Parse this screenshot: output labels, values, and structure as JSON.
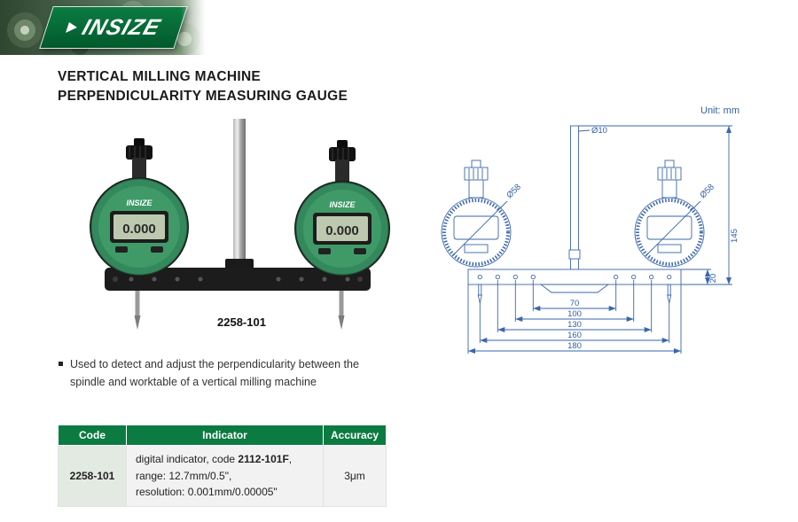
{
  "header": {
    "brand": "INSIZE"
  },
  "title": {
    "line1": "VERTICAL MILLING MACHINE",
    "line2": "PERPENDICULARITY MEASURING GAUGE"
  },
  "product": {
    "model": "2258-101",
    "lcd_left": "0.000",
    "lcd_right": "0.000",
    "brand_left": "INSIZE",
    "brand_right": "INSIZE"
  },
  "drawing": {
    "unit": "Unit: mm",
    "dia_rod": "Ø10",
    "dia_left": "Ø58",
    "dia_right": "Ø58",
    "dim_145": "145",
    "dim_20": "20",
    "dim_70": "70",
    "dim_100": "100",
    "dim_130": "130",
    "dim_160": "160",
    "dim_180": "180"
  },
  "description": {
    "line1": "Used to detect and adjust the perpendicularity between the",
    "line2": "spindle and worktable of a vertical milling machine"
  },
  "table": {
    "headers": {
      "code": "Code",
      "indicator": "Indicator",
      "accuracy": "Accuracy"
    },
    "row": {
      "code": "2258-101",
      "ind_prefix": "digital indicator, code ",
      "ind_bold": "2112-101F",
      "ind_suffix": ",",
      "ind_line2": "range: 12.7mm/0.5\",",
      "ind_line3": "resolution: 0.001mm/0.00005\"",
      "accuracy": "3μm"
    }
  },
  "colors": {
    "brand_green": "#0c7b41",
    "drawing_blue": "#3a66ab"
  }
}
